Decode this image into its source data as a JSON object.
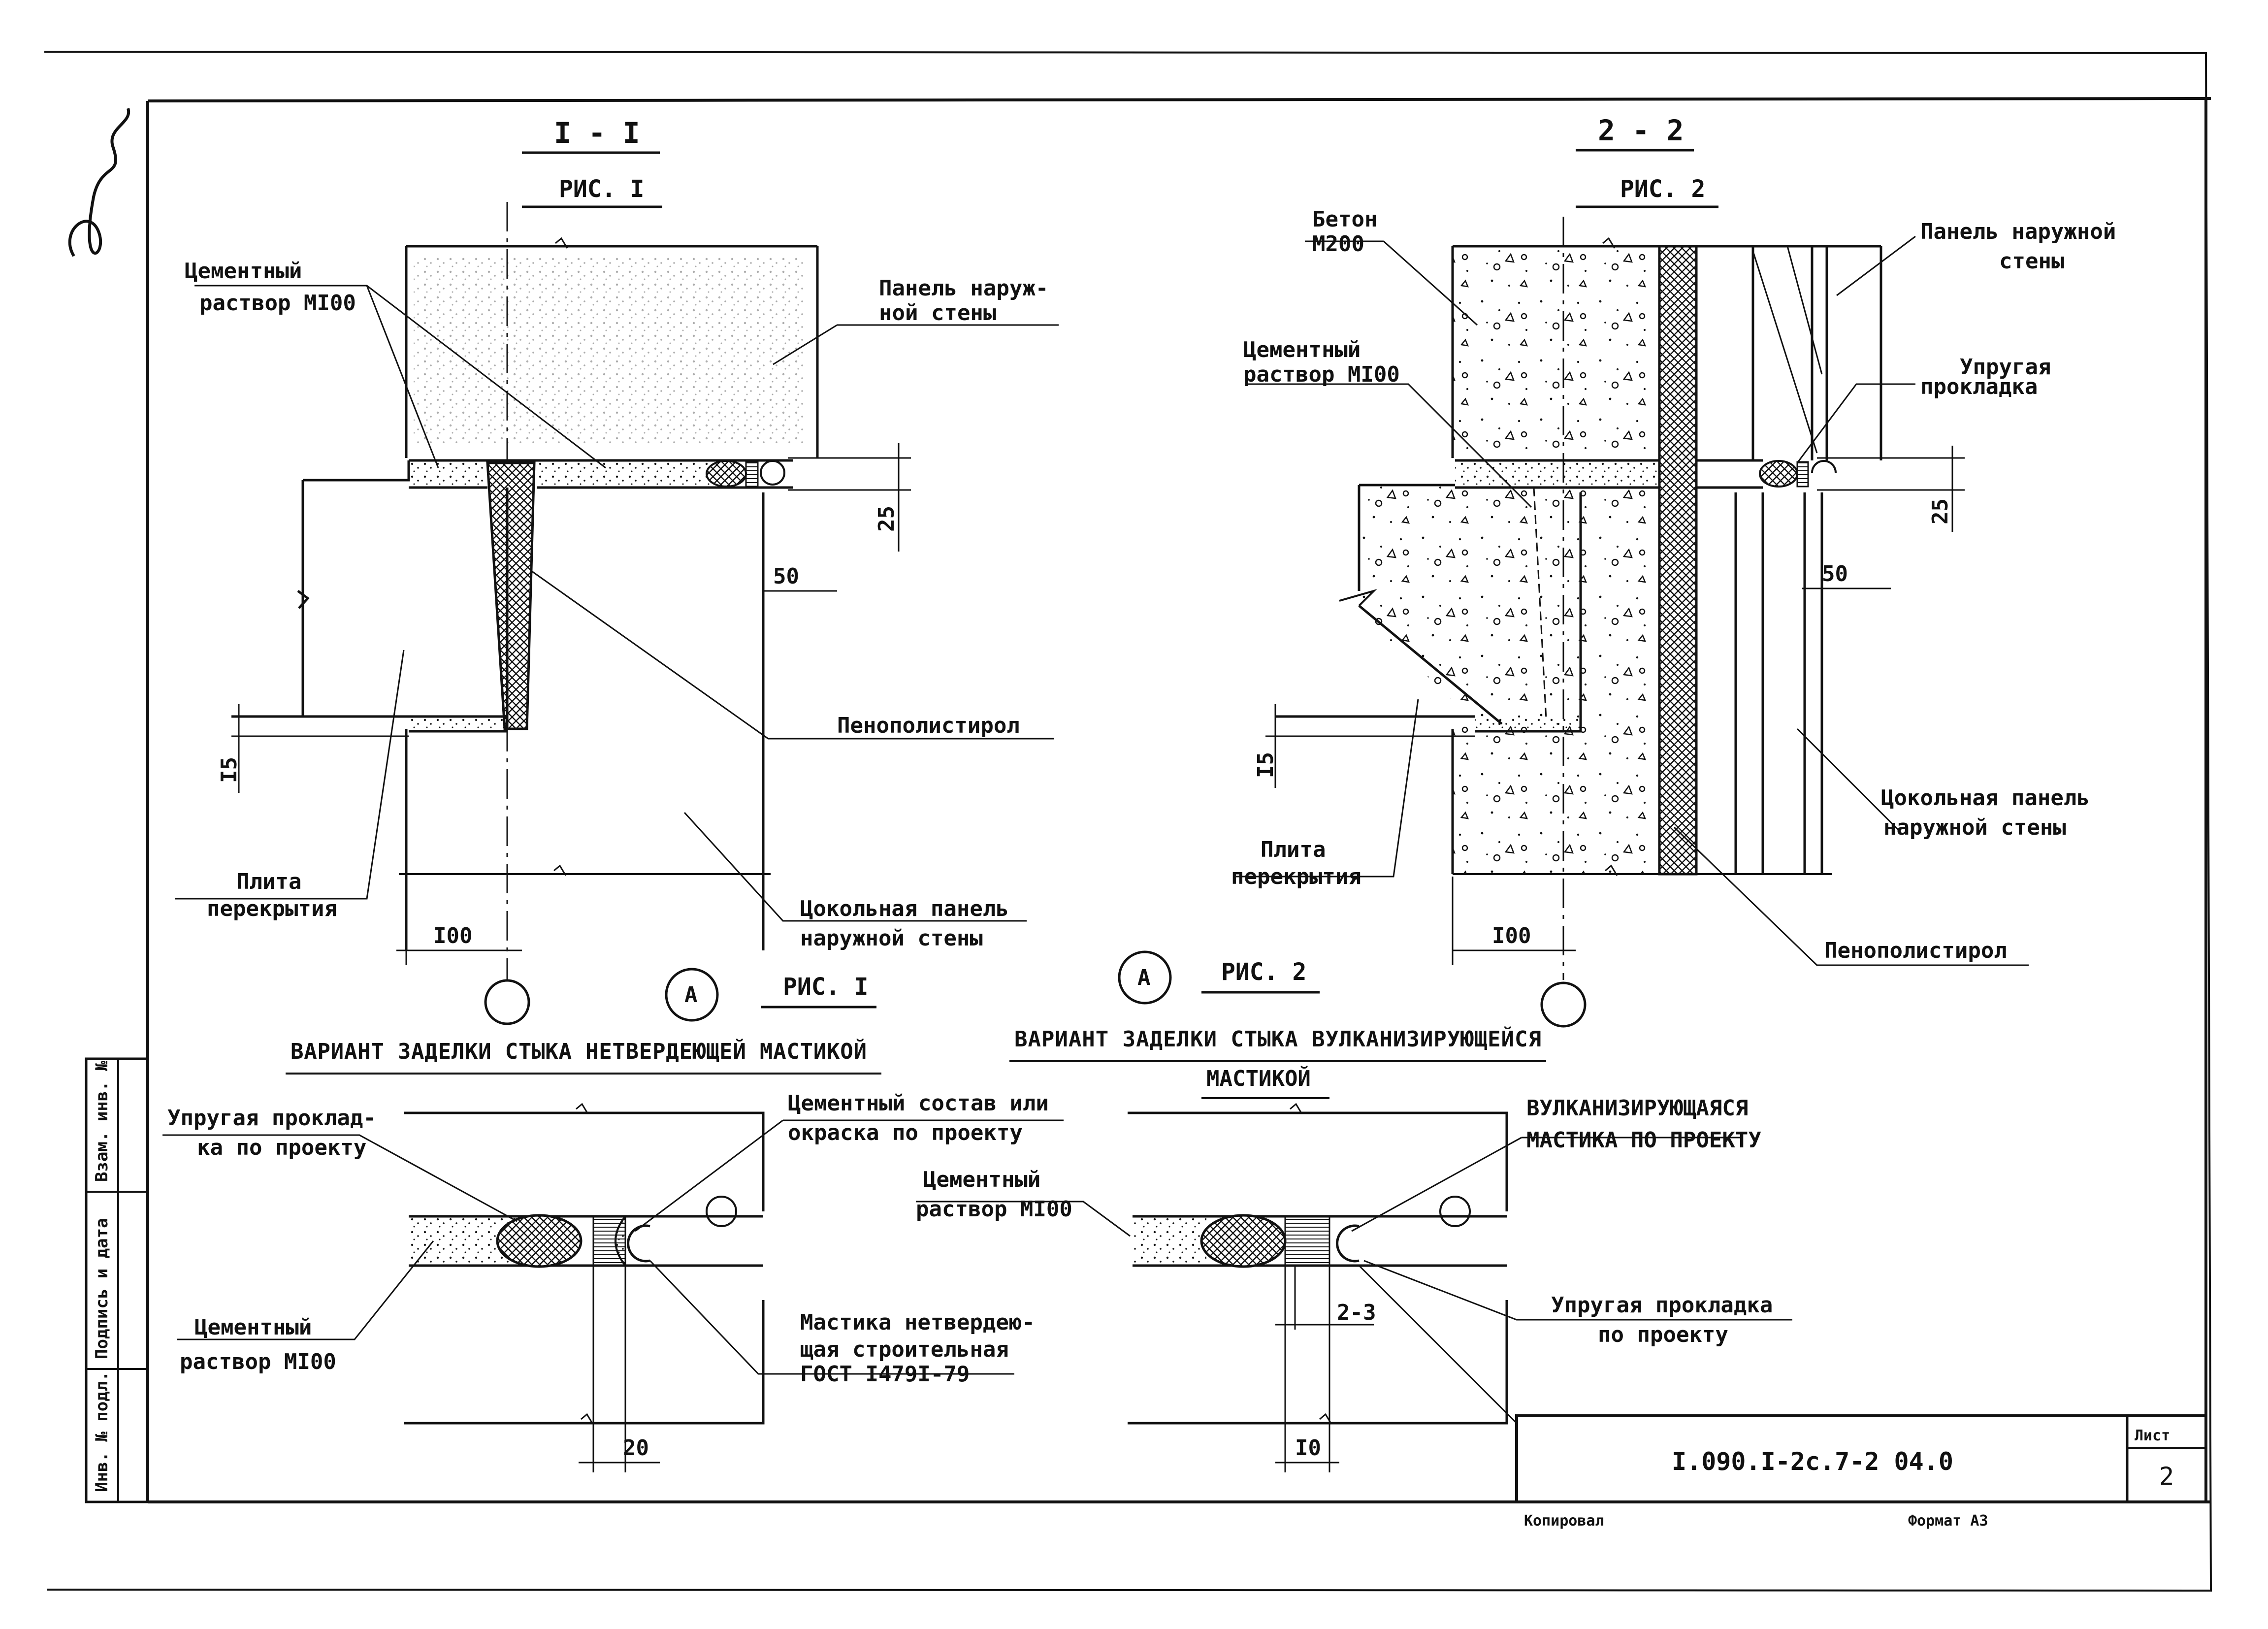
{
  "sections": {
    "s1_title": "I - I",
    "s1_fig": "РИС. I",
    "s2_title": "2 - 2",
    "s2_fig": "РИС. 2"
  },
  "labels": {
    "s1_mortar_1": "Цементный",
    "s1_mortar_2": "раствор МI00",
    "s1_panel_1": "Панель наруж-",
    "s1_panel_2": "ной стены",
    "s1_foam": "Пенополистирол",
    "s1_slab_1": "Плита",
    "s1_slab_2": "перекрытия",
    "s1_plinth_1": "Цокольная панель",
    "s1_plinth_2": "наружной стены",
    "s2_concrete_1": "Бетон",
    "s2_concrete_2": "М200",
    "s2_mortar_1": "Цементный",
    "s2_mortar_2": "раствор МI00",
    "s2_panel_1": "Панель наружной",
    "s2_panel_2": "стены",
    "s2_gasket_1": "Упругая",
    "s2_gasket_2": "прокладка",
    "s2_plinth_1": "Цокольная панель",
    "s2_plinth_2": "наружной стены",
    "s2_slab_1": "Плита",
    "s2_slab_2": "перекрытия",
    "s2_foam": "Пенополистирол"
  },
  "dimensions": {
    "s1_25": "25",
    "s1_50": "50",
    "s1_15": "I5",
    "s1_100": "I00",
    "s2_25": "25",
    "s2_50": "50",
    "s2_15": "I5",
    "s2_100": "I00",
    "a1_20": "20",
    "a2_23": "2-3",
    "a2_10": "I0"
  },
  "details": {
    "a_letter": "А",
    "a1_fig": "РИС. I",
    "a2_fig": "РИС. 2",
    "a1_title": "ВАРИАНТ ЗАДЕЛКИ СТЫКА НЕТВЕРДЕЮЩЕЙ МАСТИКОЙ",
    "a2_title_1": "ВАРИАНТ ЗАДЕЛКИ СТЫКА ВУЛКАНИЗИРУЮЩЕЙСЯ",
    "a2_title_2": "МАСТИКОЙ",
    "a1_gasket_1": "Упругая проклад-",
    "a1_gasket_2": "ка по проекту",
    "a1_coat_1": "Цементный состав или",
    "a1_coat_2": "окраска по проекту",
    "a1_mortar_1": "Цементный",
    "a1_mortar_2": "раствор МI00",
    "a1_mastic_1": "Мастика нетвердею-",
    "a1_mastic_2": "щая строительная",
    "a1_mastic_3": "ГОСТ I479I-79",
    "a2_mastic_1": "ВУЛКАНИЗИРУЮЩАЯСЯ",
    "a2_mastic_2": "МАСТИКА ПО ПРОЕКТУ",
    "a2_mortar_1": "Цементный",
    "a2_mortar_2": "раствор МI00",
    "a2_gasket_1": "Упругая прокладка",
    "a2_gasket_2": "по проекту"
  },
  "stamp": {
    "doc_code": "I.090.I-2с.7-2 04.0",
    "sheet_label": "Лист",
    "sheet_no": "2",
    "copied": "Копировал",
    "format": "Формат А3"
  },
  "side_stamp": {
    "inv": "Инв. № подл.",
    "sign": "Подпись и дата",
    "replace": "Взам. инв. №"
  }
}
